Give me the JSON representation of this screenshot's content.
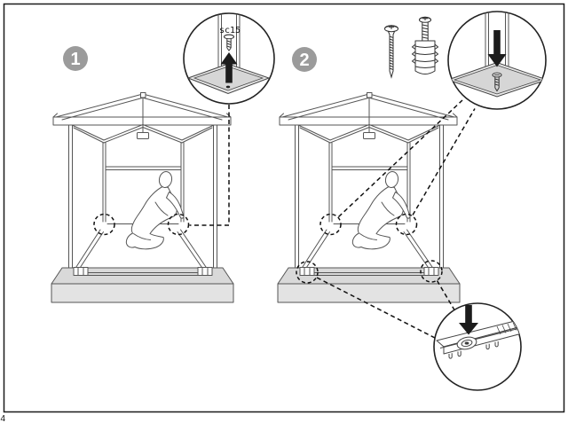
{
  "page": {
    "number": "4"
  },
  "steps": [
    {
      "badge": "1"
    },
    {
      "badge": "2"
    }
  ],
  "annotations": {
    "screw_size_label": "sc15"
  },
  "icons": [
    "arrow-up-icon",
    "arrow-down-icon",
    "screw-icon",
    "wall-plug-icon",
    "corner-panel",
    "foot-bracket",
    "kneeling-person"
  ],
  "colors": {
    "line": "#555555",
    "dark_line": "#1a1a1a",
    "badge_gray": "#9b9b9b",
    "panel_gray": "#dcdcdc",
    "panel_gray_inner": "#d4d4d4",
    "platform_top": "#d9d9d9",
    "platform_front": "#e3e3e3",
    "arrow_black": "#1c1c1c"
  }
}
